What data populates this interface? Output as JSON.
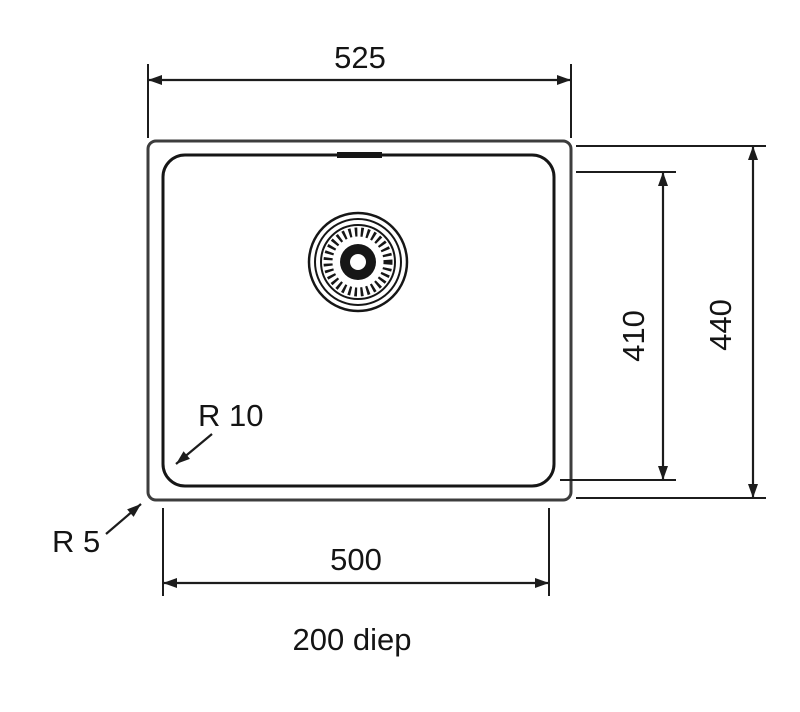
{
  "drawing": {
    "type": "technical-dimension-drawing",
    "subject": "undermount-sink-top-view",
    "labels": {
      "dim_top_width": "525",
      "dim_inner_height": "410",
      "dim_overall_height": "440",
      "dim_bottom_width": "500",
      "dim_depth": "200 diep",
      "radius_inner": "R 10",
      "radius_outer": "R 5"
    },
    "colors": {
      "line": "#1c1c1c",
      "outline": "#3d3d3d",
      "background": "#ffffff"
    }
  }
}
